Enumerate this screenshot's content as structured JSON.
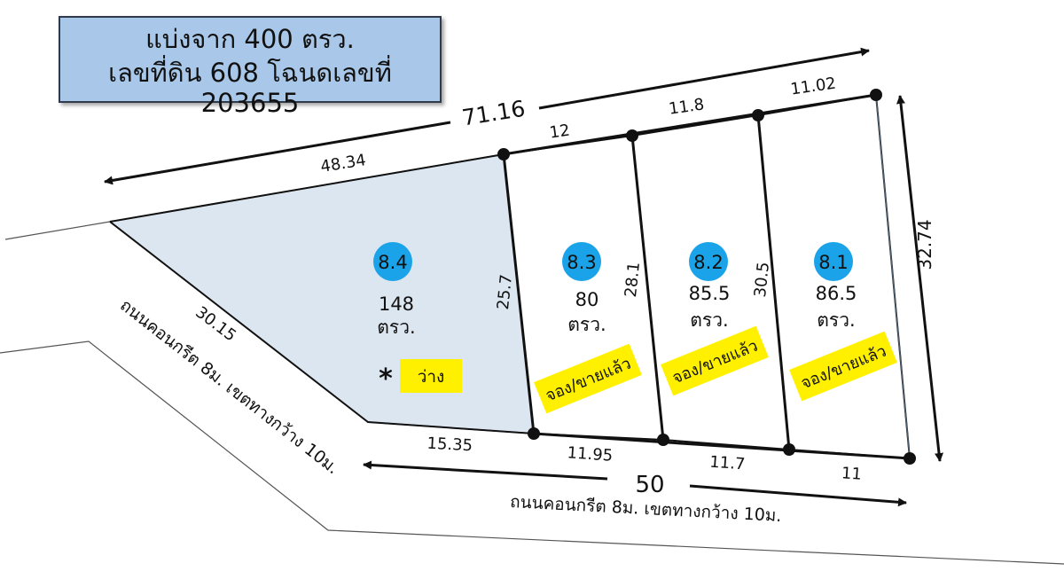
{
  "title": {
    "line1": "แบ่งจาก 400 ตรว.",
    "line2": "เลขที่ดิน 608 โฉนดเลขที่ 203655"
  },
  "dimensions": {
    "total_top": "71.16",
    "total_bottom": "50",
    "right_side": "32.74",
    "top_left": "48.34",
    "top_plot3": "12",
    "top_plot2": "11.8",
    "top_plot1": "11.02",
    "left_slant": "30.15",
    "bottom_plot4": "15.35",
    "bottom_plot3": "11.95",
    "bottom_plot2": "11.7",
    "bottom_plot1": "11",
    "divider_4_3": "25.7",
    "divider_3_2": "28.1",
    "divider_2_1": "30.5"
  },
  "plots": [
    {
      "id": "8.4",
      "area": "148",
      "unit": "ตรว.",
      "status": "ว่าง",
      "mark": "*",
      "color": "#1aa3e8"
    },
    {
      "id": "8.3",
      "area": "80",
      "unit": "ตรว.",
      "status": "จอง/ขายแล้ว",
      "color": "#1aa3e8"
    },
    {
      "id": "8.2",
      "area": "85.5",
      "unit": "ตรว.",
      "status": "จอง/ขายแล้ว",
      "color": "#1aa3e8"
    },
    {
      "id": "8.1",
      "area": "86.5",
      "unit": "ตรว.",
      "status": "จอง/ขายแล้ว",
      "color": "#1aa3e8"
    }
  ],
  "roads": {
    "left_road": "ถนนคอนกรีต 8ม. เขตทางกว้าง 10ม.",
    "bottom_road": "ถนนคอนกรีต 8ม. เขตทางกว้าง 10ม."
  },
  "colors": {
    "plot_fill": "#dce6f0",
    "label_yellow": "#fff000",
    "title_fill": "#a9c8e9"
  }
}
